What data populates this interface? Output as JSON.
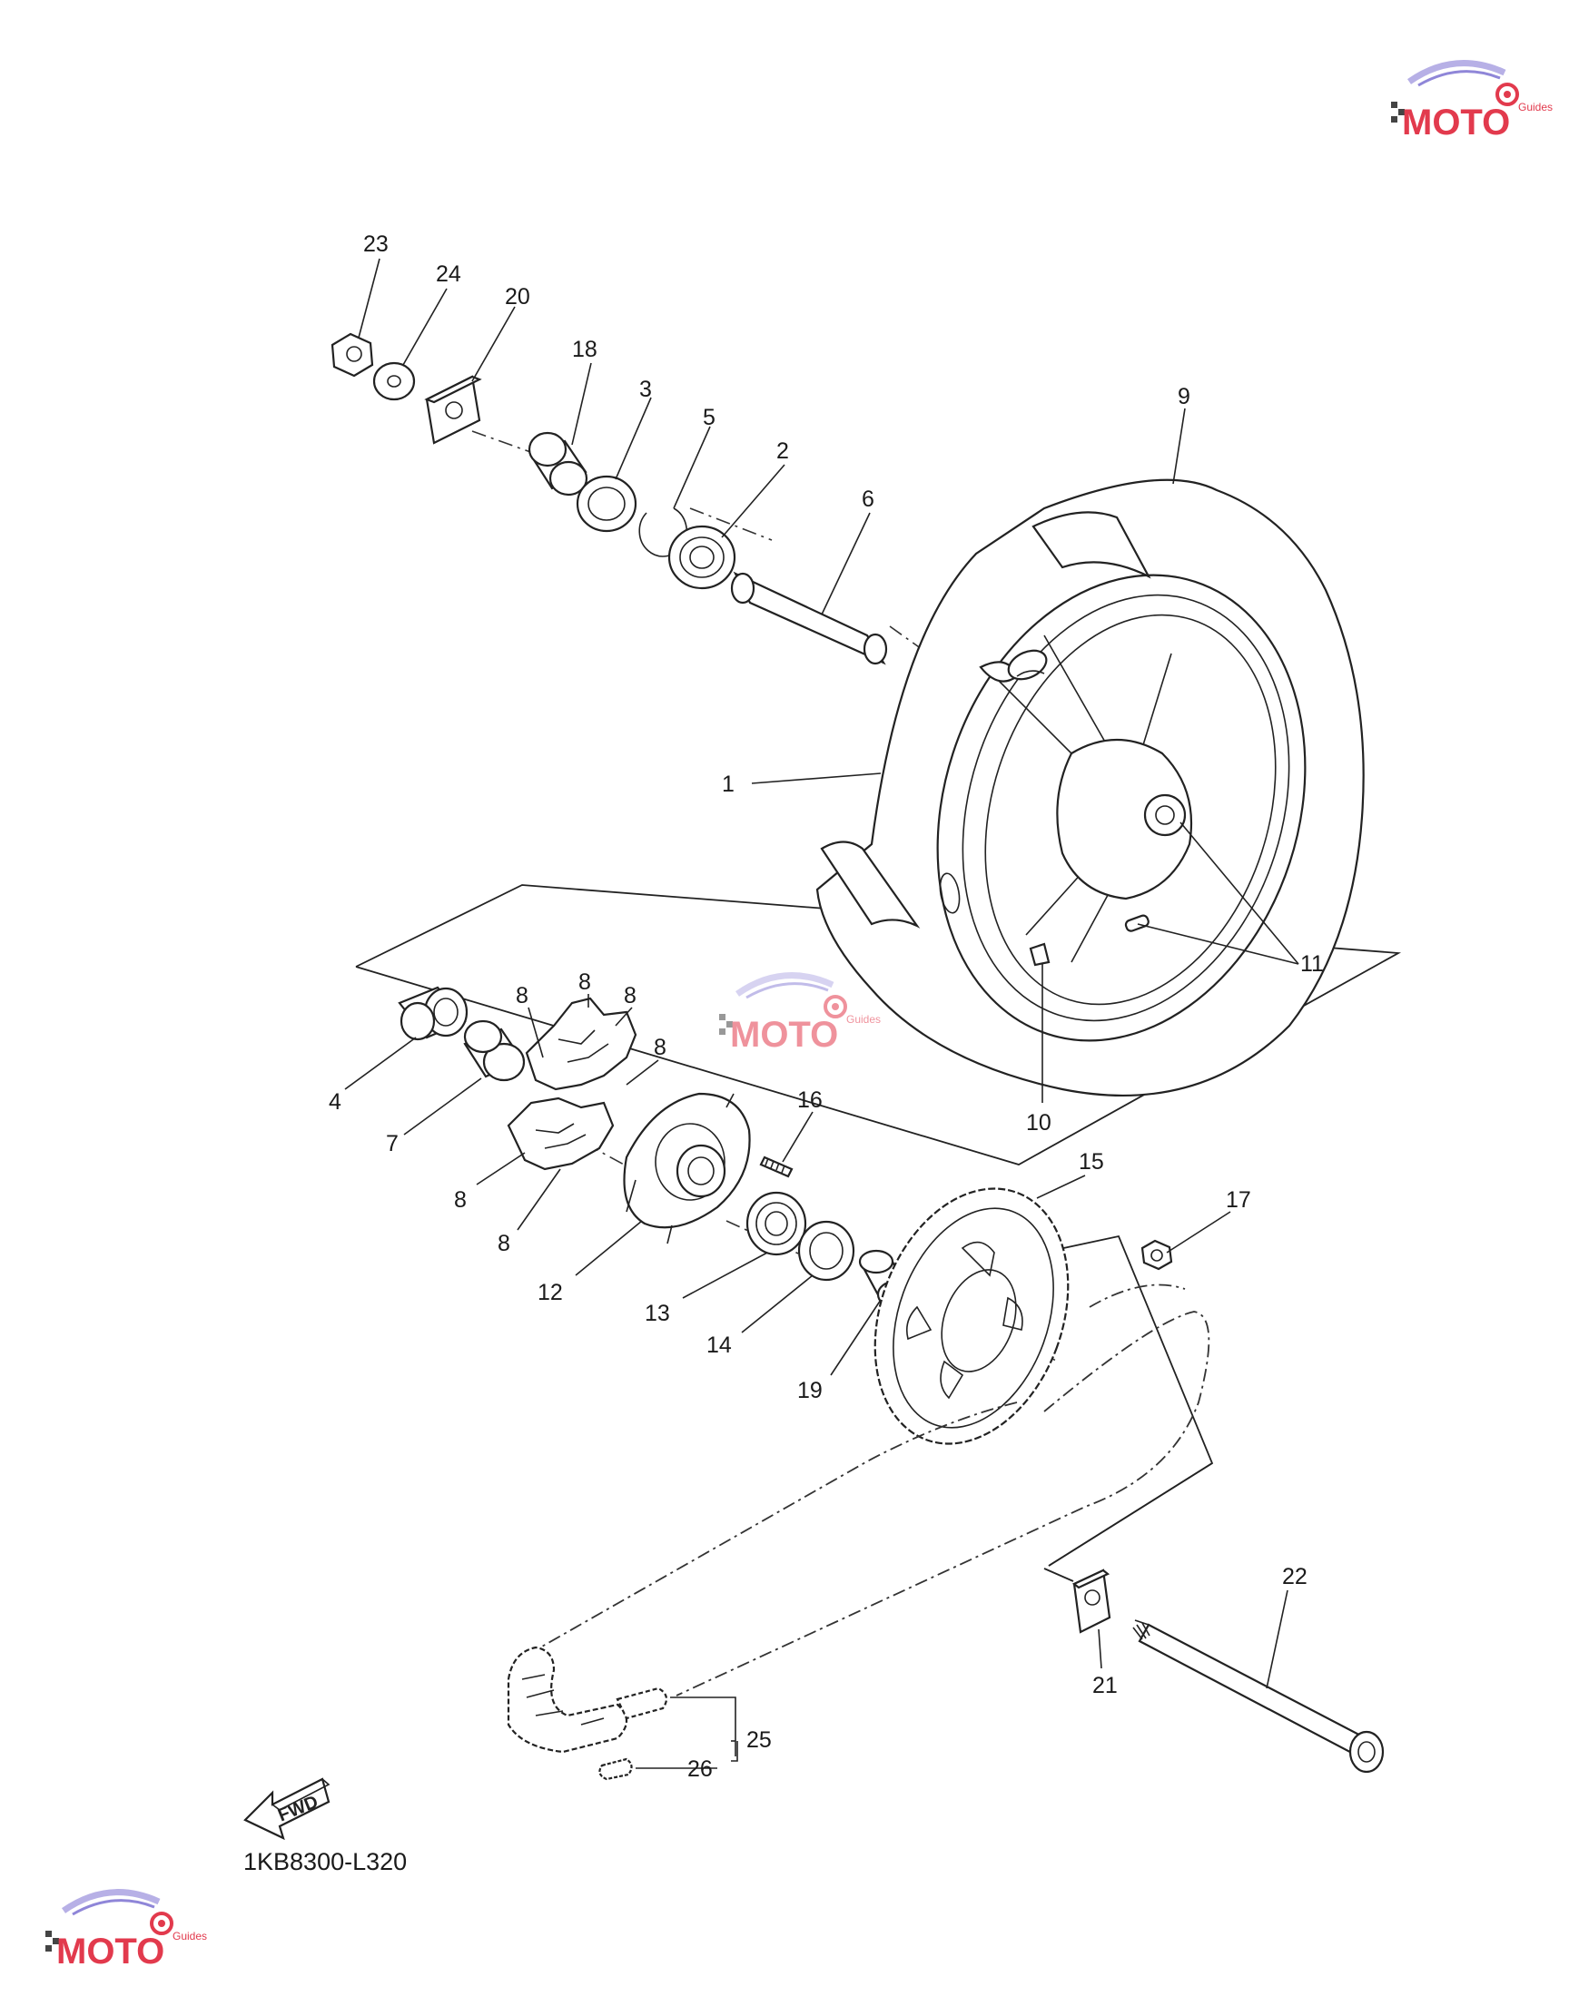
{
  "diagram": {
    "diagram_code": "1KB8300-L320",
    "fwd_label": "FWD",
    "callouts": {
      "c1": "1",
      "c2": "2",
      "c3": "3",
      "c4": "4",
      "c5": "5",
      "c6": "6",
      "c7": "7",
      "c8a": "8",
      "c8b": "8",
      "c8c": "8",
      "c8d": "8",
      "c8e": "8",
      "c8f": "8",
      "c9": "9",
      "c10": "10",
      "c11": "11",
      "c12": "12",
      "c13": "13",
      "c14": "14",
      "c15": "15",
      "c16": "16",
      "c17": "17",
      "c18": "18",
      "c19": "19",
      "c20": "20",
      "c21": "21",
      "c22": "22",
      "c23": "23",
      "c24": "24",
      "c25": "25",
      "c26": "26"
    }
  },
  "watermark": {
    "text": "MOTO",
    "sub": "Guides",
    "color": "#e23a4d"
  }
}
